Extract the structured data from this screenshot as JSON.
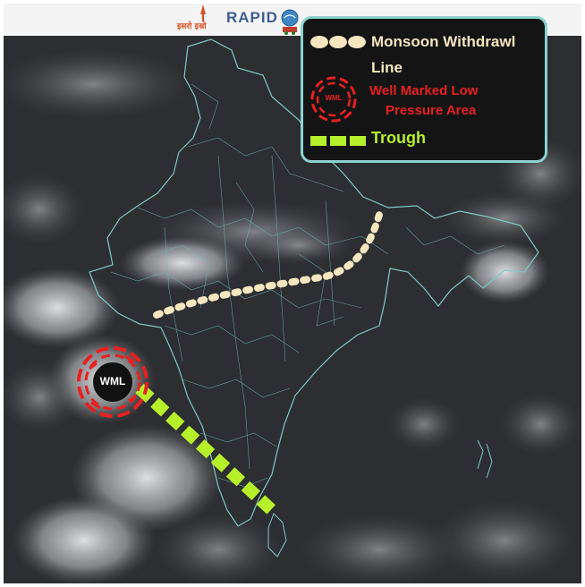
{
  "header": {
    "logo_left_text": "इसरो इस्रो",
    "logo_right_text": "RAPID",
    "emblem_icon": "imd-emblem-icon",
    "isro_icon": "isro-rocket-icon"
  },
  "legend": {
    "withdrawal_line_1": "Monsoon Withdrawl",
    "withdrawal_line_2": "Line",
    "wml_icon_label": "WML",
    "wml_text_1": "Well Marked Low",
    "wml_text_2": "Pressure Area",
    "trough_text": "Trough"
  },
  "map": {
    "wml_label": "WML"
  },
  "colors": {
    "withdrawal_line": "#f6e6c0",
    "wml_red": "#e82020",
    "trough_green": "#b6f02a",
    "legend_border": "#8cd2cf",
    "boundary": "#7fc9c6"
  }
}
